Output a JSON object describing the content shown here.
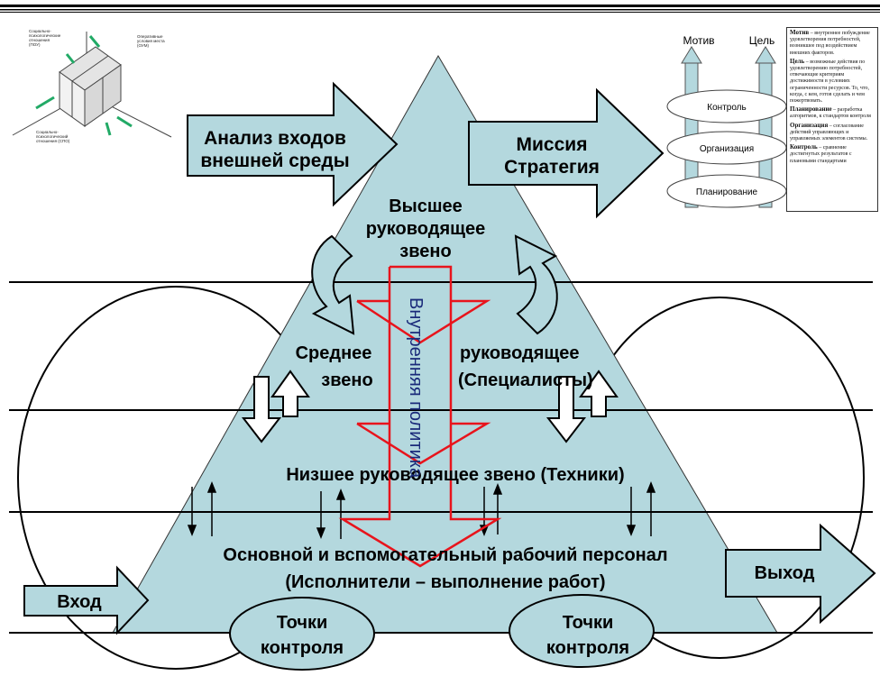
{
  "pyramid": {
    "top_level": [
      "Высшее",
      "руководящее",
      "звено"
    ],
    "middle_left": [
      "Среднее",
      "звено"
    ],
    "middle_right": [
      "руководящее",
      "(Специалисты)"
    ],
    "low_level": "Низшее руководящее звено (Техники)",
    "base_level": [
      "Основной и вспомогательный рабочий персонал",
      "(Исполнители – выполнение работ)"
    ],
    "internal_policy": "Внутренняя политика"
  },
  "arrows": {
    "env_analysis": [
      "Анализ входов",
      "внешней среды"
    ],
    "mission": [
      "Миссия",
      "Стратегия"
    ],
    "input": "Вход",
    "output": "Выход"
  },
  "control_points": {
    "left": [
      "Точки",
      "контроля"
    ],
    "right": [
      "Точки",
      "контроля"
    ]
  },
  "cycle_diagram": {
    "motive": "Мотив",
    "goal": "Цель",
    "ellipses": [
      "Контроль",
      "Организация",
      "Планирование"
    ]
  },
  "legend": [
    {
      "term": "Мотив",
      "text": "– внутреннее побуждение удовлетворения потребностей, возникшее под воздействием внешних факторов."
    },
    {
      "term": "Цель",
      "text": "– возможные действия по удовлетворению потребностей, отвечающие критериям достижимости в условиях ограниченности ресурсов. То, что, когда, с кем, готов сделать и чем пожертвовать."
    },
    {
      "term": "Планирование",
      "text": "– разработка алгоритмов, к стандартов контроля"
    },
    {
      "term": "Организация",
      "text": "– согласование действий управляющих и управляемых элементов системы."
    },
    {
      "term": "Контроль",
      "text": "– сравнение достигнутых результатов с плановыми стандартами"
    }
  ],
  "cube_labels": {
    "top_left": [
      "Социально-",
      "психологические",
      "отношения",
      "(ПОУ)"
    ],
    "top_right": [
      "Оперативные",
      "условия места",
      "(ОУМ)"
    ],
    "bottom_left": [
      "Социально-",
      "психологический",
      "отношения (СПО)"
    ]
  },
  "colors": {
    "arrow_fill": "#b4d8de",
    "pyramid_fill": "#b4d8de",
    "policy_red": "#e8141c",
    "policy_text": "#1a2a7a"
  }
}
